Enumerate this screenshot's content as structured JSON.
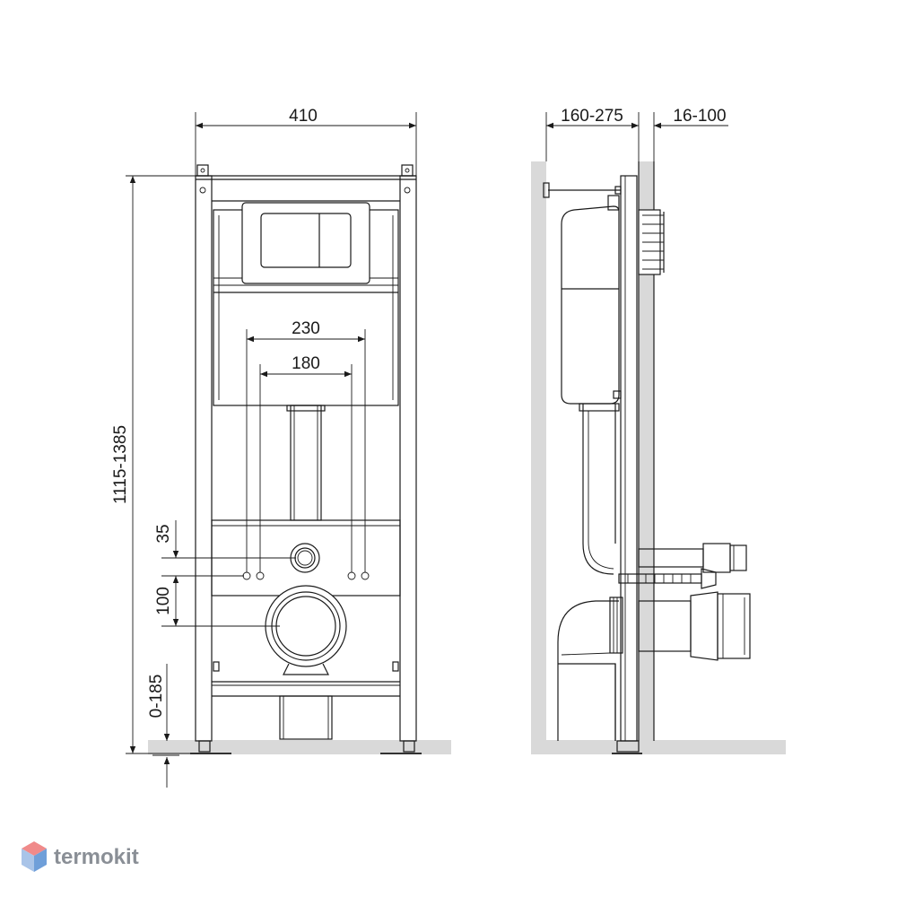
{
  "front_view": {
    "dim_width": "410",
    "dim_height": "1115-1385",
    "dim_button_spacing_outer": "230",
    "dim_button_spacing_inner": "180",
    "dim_offset_top": "35",
    "dim_offset_drain": "100",
    "dim_foot_adjust": "0-185"
  },
  "side_view": {
    "dim_depth": "160-275",
    "dim_wall": "16-100"
  },
  "brand": {
    "name": "termokit",
    "colors": {
      "top": "#f08a8a",
      "side": "#a9c4e8",
      "front": "#6f9fd9"
    }
  }
}
